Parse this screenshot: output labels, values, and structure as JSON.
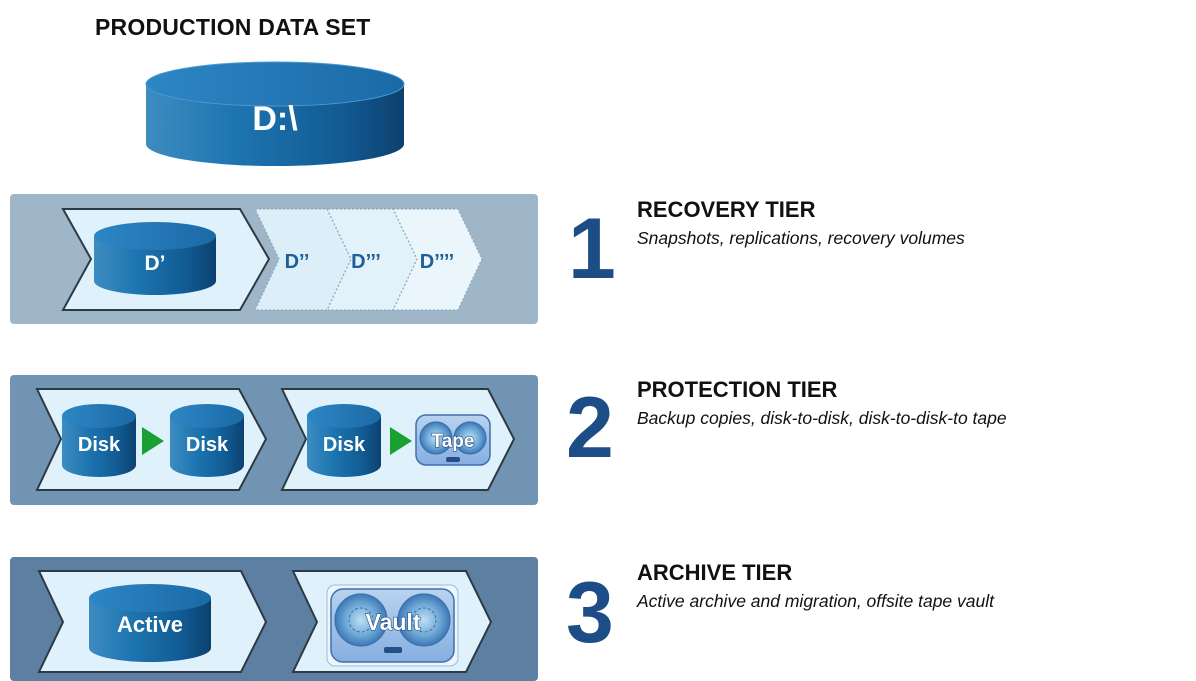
{
  "production": {
    "title": "PRODUCTION DATA SET",
    "drive_label": "D:\\"
  },
  "tiers": [
    {
      "number": "1",
      "title": "RECOVERY TIER",
      "description": "Snapshots, replications, recovery volumes",
      "items": [
        "D’",
        "D’’",
        "D’’’",
        "D’’’’"
      ]
    },
    {
      "number": "2",
      "title": "PROTECTION TIER",
      "description": "Backup copies, disk-to-disk, disk-to-disk-to tape",
      "items": [
        "Disk",
        "Disk",
        "Disk",
        "Tape"
      ]
    },
    {
      "number": "3",
      "title": "ARCHIVE TIER",
      "description": "Active archive and migration, offsite tape vault",
      "items": [
        "Active",
        "Vault"
      ]
    }
  ],
  "colors": {
    "cylinder": "#1c6ea6",
    "tier1_band": "#9fb6c9",
    "tier2_band": "#7294b3",
    "tier3_band": "#5c7fa2",
    "chevron_fill": "#dff2fb",
    "arrow_green": "#18a030",
    "number_blue": "#1c4d87"
  }
}
